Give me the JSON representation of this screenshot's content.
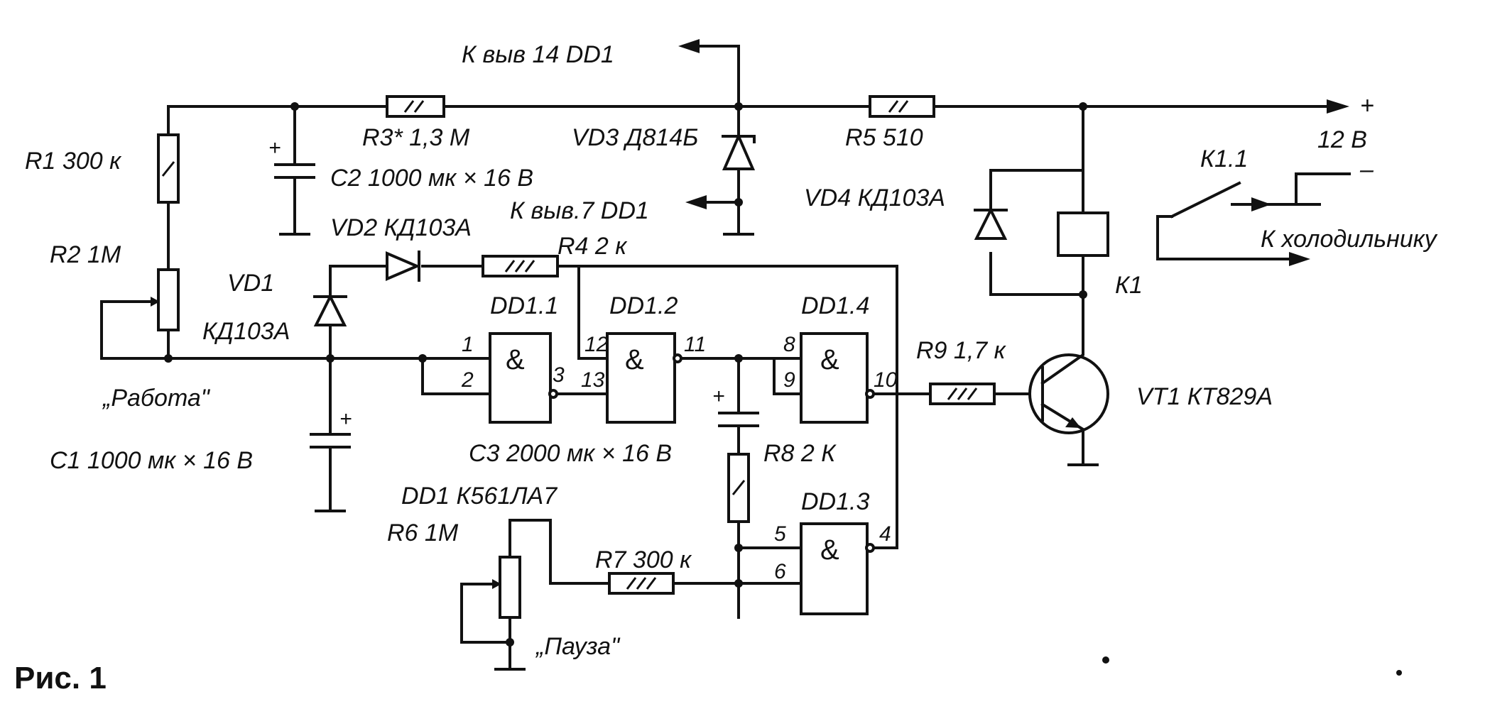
{
  "figure_caption": "Рис. 1",
  "rails": {
    "to_dd1_pin14": "К выв 14 DD1",
    "to_dd1_pin7": "К выв.7 DD1",
    "plus_sign": "+",
    "minus_sign": "–",
    "supply": "12 В",
    "to_fridge": "К холодильнику"
  },
  "components": {
    "r1": "R1  300 к",
    "r2": "R2  1М",
    "r3": "R3*  1,3 М",
    "r4": "R4  2 к",
    "r5": "R5  510",
    "r6": "R6  1М",
    "r7": "R7  300 к",
    "r8": "R8  2 К",
    "r9": "R9  1,7 к",
    "c1": "С1  1000 мк × 16 В",
    "c2": "С2  1000 мк × 16 В",
    "c3": "С3  2000 мк × 16 В",
    "vd1_name": "VD1",
    "vd1_type": "КД103А",
    "vd2": "VD2  КД103А",
    "vd3": "VD3  Д814Б",
    "vd4": "VD4  КД103А",
    "vt1": "VT1  КТ829А",
    "k1": "К1",
    "k1_1": "К1.1",
    "dd1": "DD1   К561ЛА7",
    "polarity_plus": "+"
  },
  "controls": {
    "work": "„Работа\"",
    "pause": "„Пауза\""
  },
  "gates": {
    "dd1_1": {
      "name": "DD1.1",
      "pins": [
        "1",
        "2",
        "3"
      ]
    },
    "dd1_2": {
      "name": "DD1.2",
      "pins": [
        "12",
        "13",
        "11"
      ]
    },
    "dd1_4": {
      "name": "DD1.4",
      "pins": [
        "8",
        "9",
        "10"
      ]
    },
    "dd1_3": {
      "name": "DD1.3",
      "pins": [
        "5",
        "6",
        "4"
      ]
    },
    "symbol": "&"
  }
}
